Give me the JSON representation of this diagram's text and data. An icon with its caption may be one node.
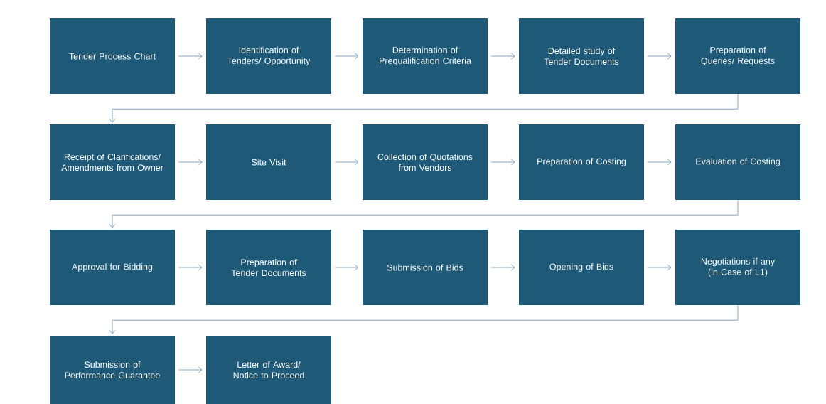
{
  "diagram": {
    "nodes": [
      {
        "text": [
          "Tender Process Chart"
        ]
      },
      {
        "text": [
          "Identification of Tenders/ Opportunity"
        ]
      },
      {
        "text": [
          "Determination of Prequalification Criteria"
        ]
      },
      {
        "text": [
          "Detailed study of Tender Documents"
        ]
      },
      {
        "text": [
          "Preparation of Queries/ Requests"
        ]
      },
      {
        "text": [
          "Receipt of Clarifications/ Amendments from Owner"
        ]
      },
      {
        "text": [
          "Site Visit"
        ]
      },
      {
        "text": [
          "Collection of Quotations from Vendors"
        ]
      },
      {
        "text": [
          "Preparation of Costing"
        ]
      },
      {
        "text": [
          "Evaluation of Costing"
        ]
      },
      {
        "text": [
          "Approval for Bidding"
        ]
      },
      {
        "text": [
          "Preparation of Tender Documents"
        ]
      },
      {
        "text": [
          "Submission of Bids"
        ]
      },
      {
        "text": [
          "Opening of Bids"
        ]
      },
      {
        "text": [
          "Negotiations if any (in Case of L1)"
        ]
      },
      {
        "text": [
          "Submission of Performance Guarantee"
        ]
      },
      {
        "text": [
          "Letter of Award/ Notice to Proceed"
        ]
      }
    ],
    "edges": [
      {
        "from": 0,
        "to": 1,
        "arrow": "to"
      },
      {
        "from": 1,
        "to": 2,
        "arrow": "to"
      },
      {
        "from": 2,
        "to": 3,
        "arrow": "to"
      },
      {
        "from": 3,
        "to": 4,
        "arrow": "to"
      },
      {
        "from": 4,
        "to": 5,
        "arrow": "to"
      },
      {
        "from": 5,
        "to": 6,
        "arrow": "to"
      },
      {
        "from": 6,
        "to": 7,
        "arrow": "to"
      },
      {
        "from": 7,
        "to": 8,
        "arrow": "to"
      },
      {
        "from": 8,
        "to": 9,
        "arrow": "to"
      },
      {
        "from": 9,
        "to": 10,
        "arrow": "to"
      },
      {
        "from": 10,
        "to": 11,
        "arrow": "to"
      },
      {
        "from": 11,
        "to": 12,
        "arrow": "to"
      },
      {
        "from": 12,
        "to": 13,
        "arrow": "to"
      },
      {
        "from": 13,
        "to": 14,
        "arrow": "to"
      },
      {
        "from": 14,
        "to": 15,
        "arrow": "to"
      },
      {
        "from": 15,
        "to": 16,
        "arrow": "to"
      }
    ]
  }
}
